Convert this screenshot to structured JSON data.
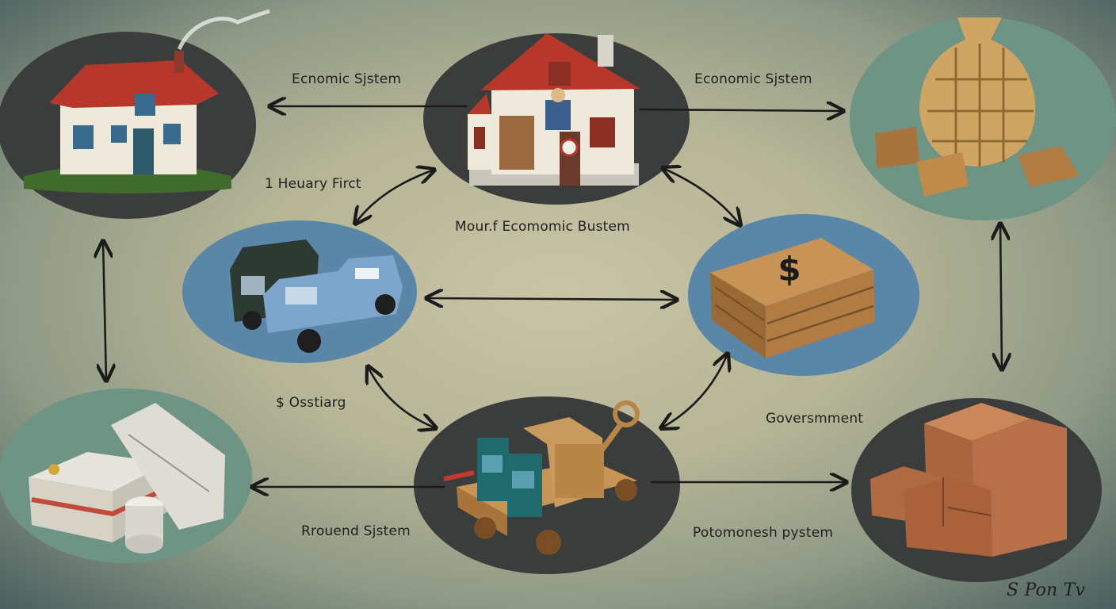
{
  "labels": {
    "top_left": "Ecnomic Sjstem",
    "top_right": "Economic Sjstem",
    "left_upper": "1 Heuary Firct",
    "center": "Mour.f Ecomomic Bustem",
    "left_lower": "$ Osstiarg",
    "right_lower": "Goversmment",
    "bottom_left": "Rrouend Sjstem",
    "bottom_right": "Potomonesh pystem",
    "signature": "S Pon Tv"
  },
  "nodes": {
    "house_left": "house-icon",
    "house_center": "house-with-people-icon",
    "money_sack": "money-sack-icon",
    "vehicles": "delivery-trucks-icon",
    "money_crate": "money-crate-icon",
    "money_bundles": "money-bundles-icon",
    "cargo_cart": "cargo-cart-icon",
    "brick_stack": "brick-blocks-icon"
  },
  "colors": {
    "ink": "#1f1f1f",
    "dark_bubble": "#3a3d3c",
    "blue_bubble": "#5a86a8",
    "teal_bubble": "#6e9486"
  }
}
